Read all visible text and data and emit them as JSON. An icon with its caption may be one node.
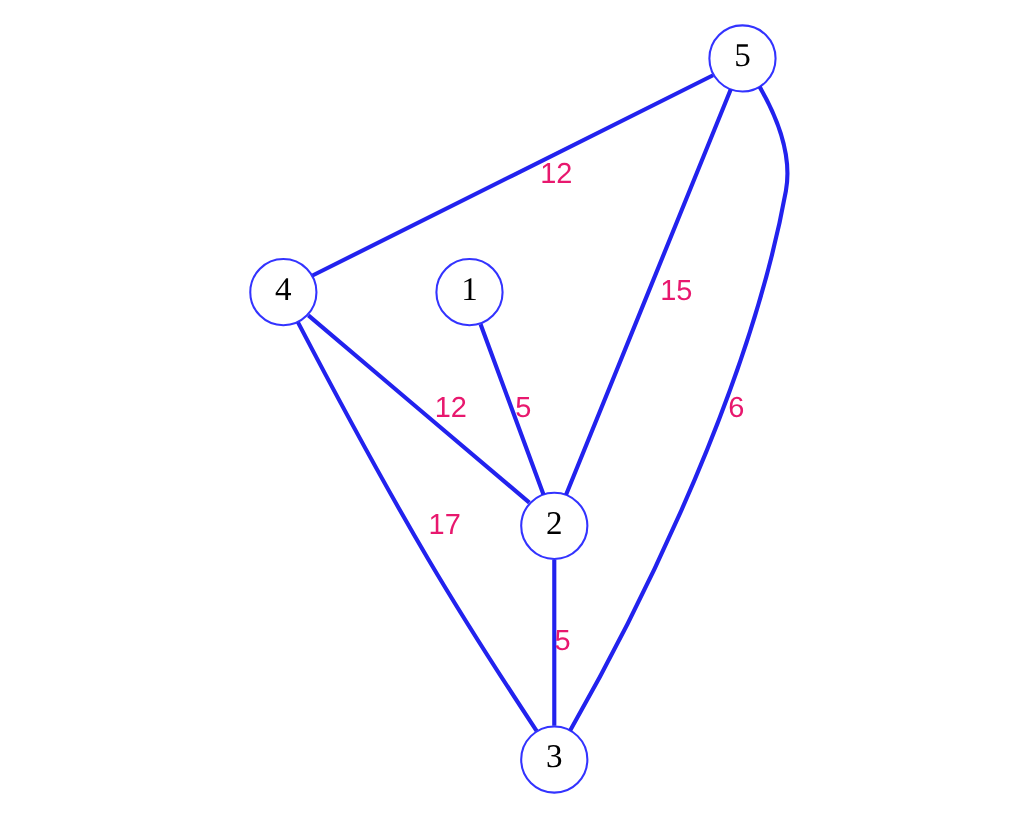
{
  "diagram": {
    "nodes": [
      {
        "text": [
          "5"
        ]
      },
      {
        "text": [
          "1"
        ]
      },
      {
        "text": [
          "4"
        ]
      },
      {
        "text": [
          "2"
        ]
      },
      {
        "text": [
          "3"
        ]
      }
    ],
    "edges": [
      {
        "from": 1,
        "to": 3,
        "arrow": "none",
        "label": "5"
      },
      {
        "from": 0,
        "to": 3,
        "arrow": "none",
        "label": "15"
      },
      {
        "from": 0,
        "to": 2,
        "arrow": "none",
        "label": "12"
      },
      {
        "from": 0,
        "to": 4,
        "arrow": "none",
        "label": "6"
      },
      {
        "from": 2,
        "to": 3,
        "arrow": "none",
        "label": "12"
      },
      {
        "from": 2,
        "to": 4,
        "arrow": "none",
        "label": "17"
      },
      {
        "from": 3,
        "to": 4,
        "arrow": "none",
        "label": "5"
      }
    ]
  }
}
